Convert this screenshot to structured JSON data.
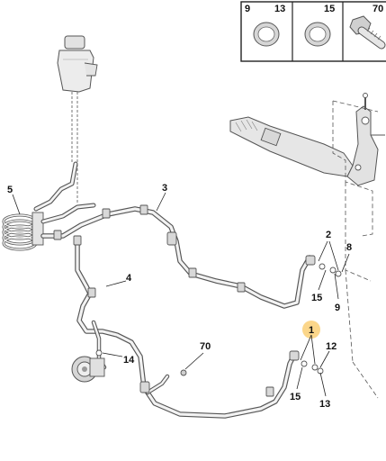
{
  "legend": {
    "cells": [
      {
        "left_num": "9",
        "right_num": "13",
        "icon": "seal-ring-icon"
      },
      {
        "left_num": "",
        "right_num": "15",
        "icon": "seal-ring-icon"
      },
      {
        "left_num": "",
        "right_num": "70",
        "icon": "bolt-icon"
      }
    ]
  },
  "callouts": {
    "c1": "1",
    "c2": "2",
    "c3": "3",
    "c4": "4",
    "c5": "5",
    "c8": "8",
    "c9": "9",
    "c12": "12",
    "c13": "13",
    "c14": "14",
    "c15a": "15",
    "c15b": "15",
    "c70": "70"
  },
  "colors": {
    "line": "#555555",
    "hose_fill": "#f2f2f2",
    "highlight": "#fbd68a",
    "part_gray": "#cfcfcf"
  }
}
